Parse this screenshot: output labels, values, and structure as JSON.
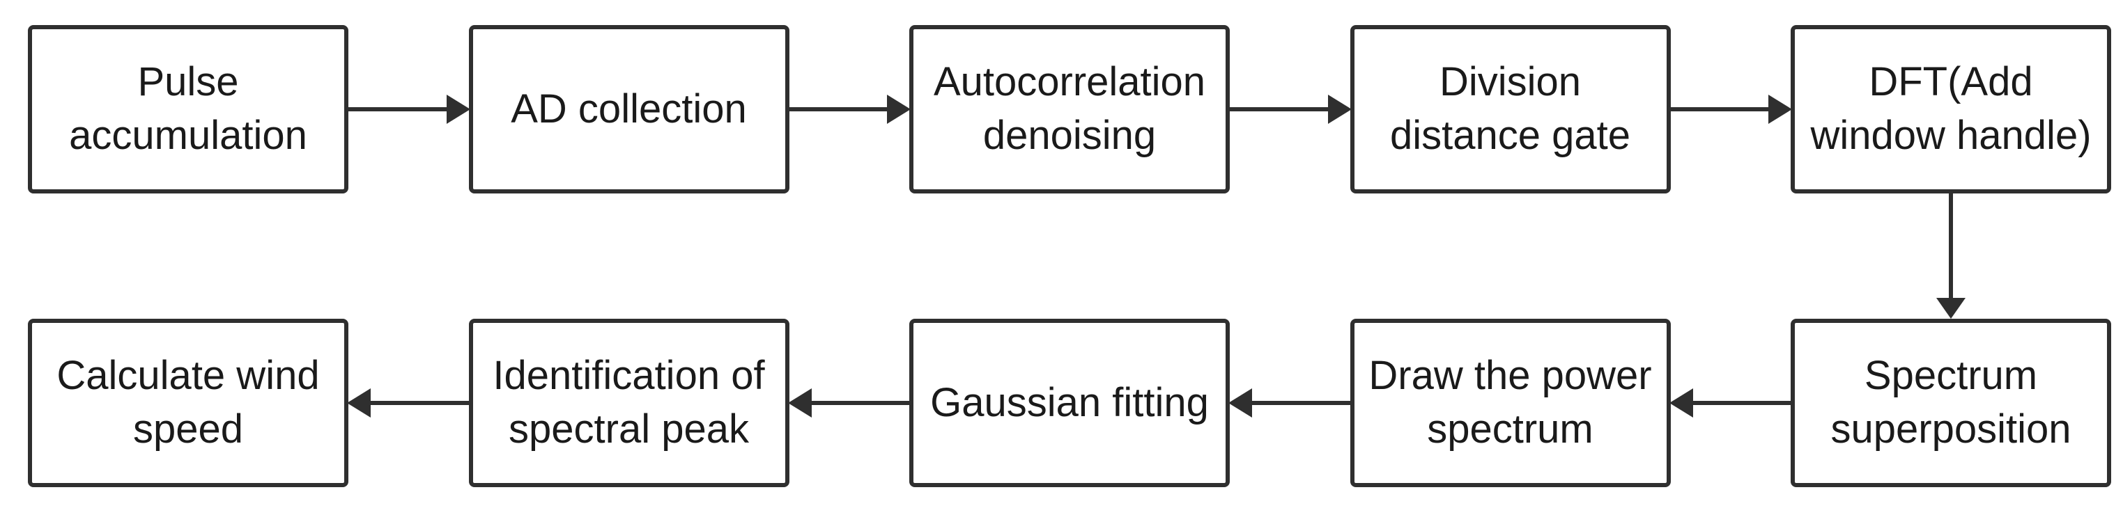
{
  "meta": {
    "type": "flowchart",
    "background_color": "#ffffff",
    "line_color": "#2f2f2f",
    "text_color": "#1a1a1a"
  },
  "nodes": {
    "top_row": [
      {
        "id": "pulse-accumulation",
        "label": "Pulse\naccumulation"
      },
      {
        "id": "ad-collection",
        "label": "AD collection"
      },
      {
        "id": "autocorrelation-denoising",
        "label": "Autocorrelation\ndenoising"
      },
      {
        "id": "division-distance-gate",
        "label": "Division\ndistance gate"
      },
      {
        "id": "dft-add-window-handle",
        "label": "DFT(Add\nwindow handle)"
      }
    ],
    "bottom_row": [
      {
        "id": "calculate-wind-speed",
        "label": "Calculate wind\nspeed"
      },
      {
        "id": "identification-of-spectral-peak",
        "label": "Identification of\nspectral peak"
      },
      {
        "id": "gaussian-fitting",
        "label": "Gaussian fitting"
      },
      {
        "id": "draw-the-power-spectrum",
        "label": "Draw the power\nspectrum"
      },
      {
        "id": "spectrum-superposition",
        "label": "Spectrum\nsuperposition"
      }
    ]
  },
  "connections": [
    {
      "from": "Pulse accumulation",
      "to": "AD collection",
      "direction": "right"
    },
    {
      "from": "AD collection",
      "to": "Autocorrelation denoising",
      "direction": "right"
    },
    {
      "from": "Autocorrelation denoising",
      "to": "Division distance gate",
      "direction": "right"
    },
    {
      "from": "Division distance gate",
      "to": "DFT(Add window handle)",
      "direction": "right"
    },
    {
      "from": "DFT(Add window handle)",
      "to": "Spectrum superposition",
      "direction": "down"
    },
    {
      "from": "Spectrum superposition",
      "to": "Draw the power spectrum",
      "direction": "left"
    },
    {
      "from": "Draw the power spectrum",
      "to": "Gaussian fitting",
      "direction": "left"
    },
    {
      "from": "Gaussian fitting",
      "to": "Identification of spectral peak",
      "direction": "left"
    },
    {
      "from": "Identification of spectral peak",
      "to": "Calculate wind speed",
      "direction": "left"
    }
  ]
}
